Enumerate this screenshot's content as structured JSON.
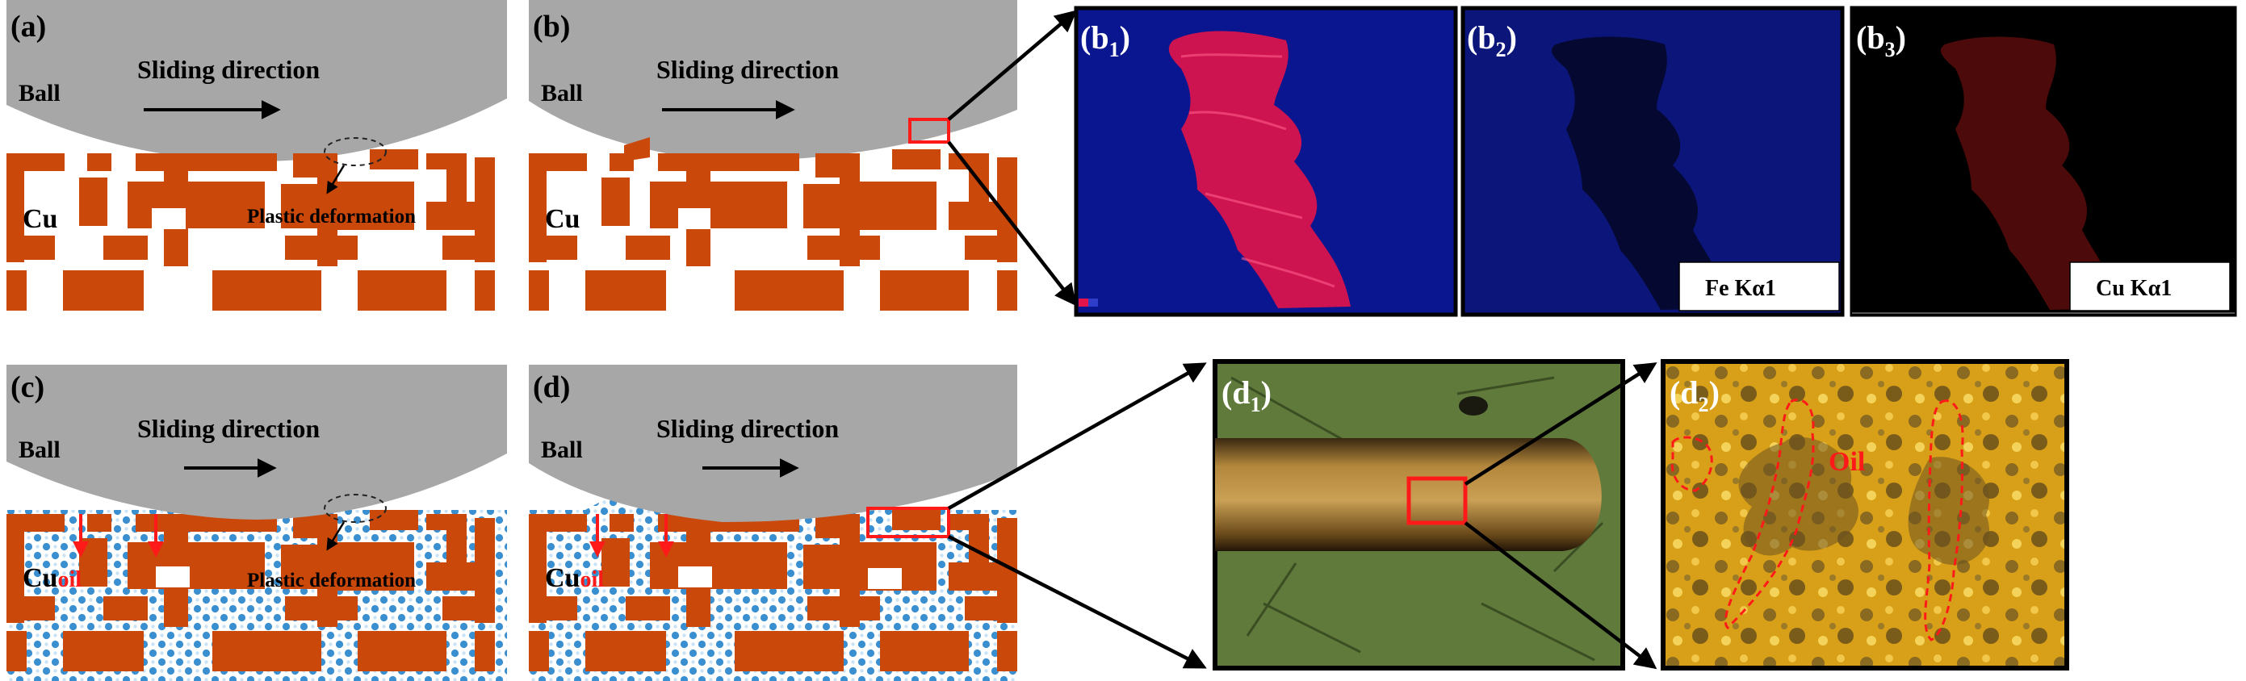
{
  "panels": {
    "a": {
      "label": "(a)"
    },
    "b": {
      "label": "(b)"
    },
    "c": {
      "label": "(c)"
    },
    "d": {
      "label": "(d)"
    },
    "b1": {
      "prefix": "(b",
      "sub": "1",
      "suffix": ")"
    },
    "b2": {
      "prefix": "(b",
      "sub": "2",
      "suffix": ")",
      "element_label": "Fe Kα1"
    },
    "b3": {
      "prefix": "(b",
      "sub": "3",
      "suffix": ")",
      "element_label": "Cu Kα1"
    },
    "d1": {
      "prefix": "(d",
      "sub": "1",
      "suffix": ")"
    },
    "d2": {
      "prefix": "(d",
      "sub": "2",
      "suffix": ")",
      "annotation": "Oil"
    }
  },
  "labels": {
    "ball": "Ball",
    "sliding_direction": "Sliding direction",
    "cu": "Cu",
    "oil": "oil",
    "plastic_deformation": "Plastic deformation"
  },
  "colors": {
    "ball": "#a7a7a7",
    "copper": "#c9480a",
    "oil_pattern": "#3a8fd0",
    "highlight_red": "#ff1a1a",
    "eds_blue": "#0a1590",
    "eds_red": "#e2144a",
    "micrograph_green": "#5f7a3a",
    "micrograph_gold": "#d9a219"
  }
}
